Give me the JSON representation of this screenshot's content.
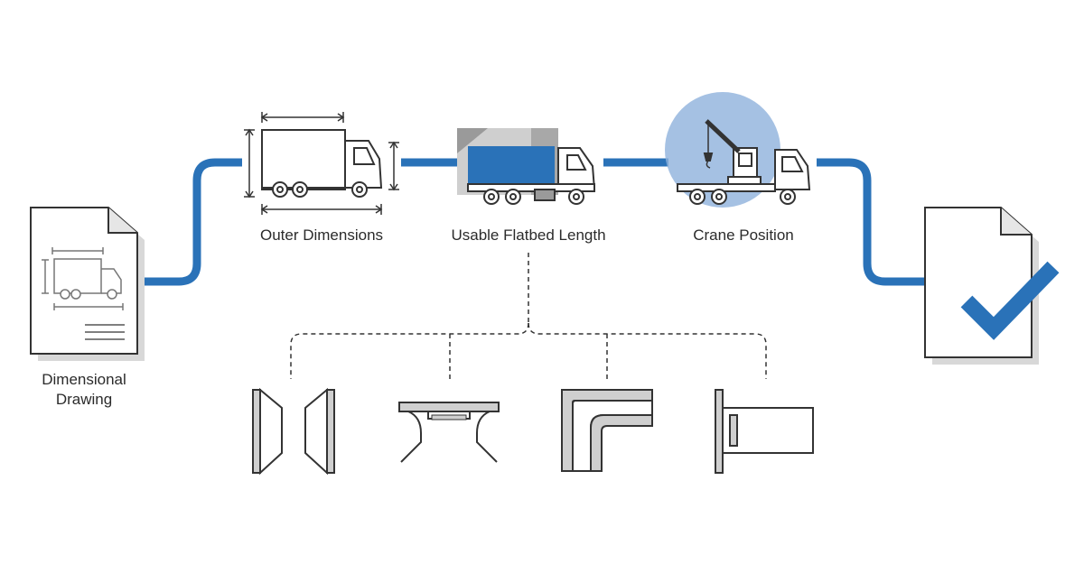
{
  "colors": {
    "accent_blue": "#2a72b8",
    "crane_circle": "#8fb2dc",
    "outline": "#333333",
    "panel_grey": "#cfcfcf",
    "dark_grey": "#8a8a8a"
  },
  "steps": [
    {
      "id": "dimensional-drawing",
      "label_line1": "Dimensional",
      "label_line2": "Drawing",
      "icon": "document-drawing-icon"
    },
    {
      "id": "outer-dimensions",
      "label": "Outer Dimensions",
      "icon": "truck-dimensions-icon"
    },
    {
      "id": "usable-flatbed-length",
      "label": "Usable Flatbed Length",
      "icon": "flatbed-truck-icon"
    },
    {
      "id": "crane-position",
      "label": "Crane Position",
      "icon": "crane-truck-icon"
    },
    {
      "id": "approved",
      "icon": "checkmark-document-icon"
    }
  ],
  "details": [
    {
      "id": "tapered-side-panels",
      "icon": "tapered-panels-icon"
    },
    {
      "id": "headboard-profile",
      "icon": "headboard-profile-icon"
    },
    {
      "id": "corner-angle-profile",
      "icon": "corner-angle-icon"
    },
    {
      "id": "stake-pocket",
      "icon": "stake-pocket-icon"
    }
  ]
}
